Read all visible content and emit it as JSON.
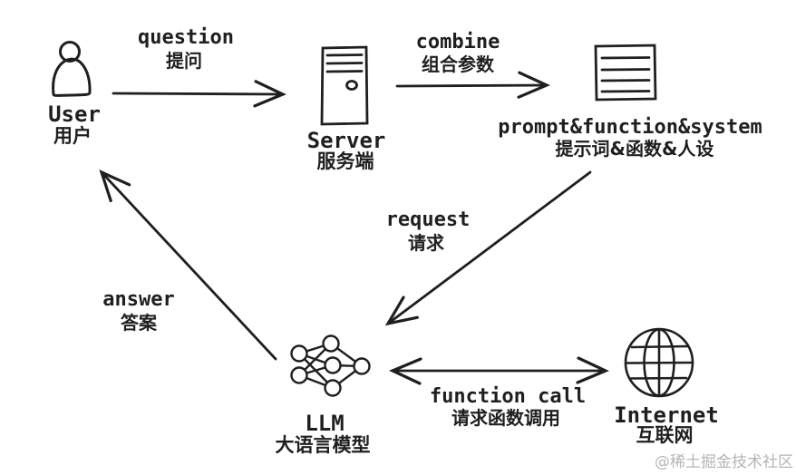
{
  "canvas": {
    "background_color": "#ffffff",
    "stroke_color": "#1f1f1f",
    "watermark_color": "#b5b5b5"
  },
  "nodes": [
    {
      "id": "user",
      "en": "User",
      "zh": "用户",
      "icon": "person-icon"
    },
    {
      "id": "server",
      "en": "Server",
      "zh": "服务端",
      "icon": "server-icon"
    },
    {
      "id": "prompt",
      "en": "prompt&function&system",
      "zh": "提示词&函数&人设",
      "icon": "document-icon"
    },
    {
      "id": "llm",
      "en": "LLM",
      "zh": "大语言模型",
      "icon": "neural-network-icon"
    },
    {
      "id": "internet",
      "en": "Internet",
      "zh": "互联网",
      "icon": "globe-icon"
    }
  ],
  "edges": [
    {
      "from": "user",
      "to": "server",
      "en": "question",
      "zh": "提问",
      "direction": "one-way"
    },
    {
      "from": "server",
      "to": "prompt",
      "en": "combine",
      "zh": "组合参数",
      "direction": "one-way"
    },
    {
      "from": "prompt",
      "to": "llm",
      "en": "request",
      "zh": "请求",
      "direction": "one-way"
    },
    {
      "from": "llm",
      "to": "user",
      "en": "answer",
      "zh": "答案",
      "direction": "one-way"
    },
    {
      "from": "llm",
      "to": "internet",
      "en": "function call",
      "zh": "请求函数调用",
      "direction": "two-way"
    }
  ],
  "watermark": "@稀土掘金技术社区"
}
